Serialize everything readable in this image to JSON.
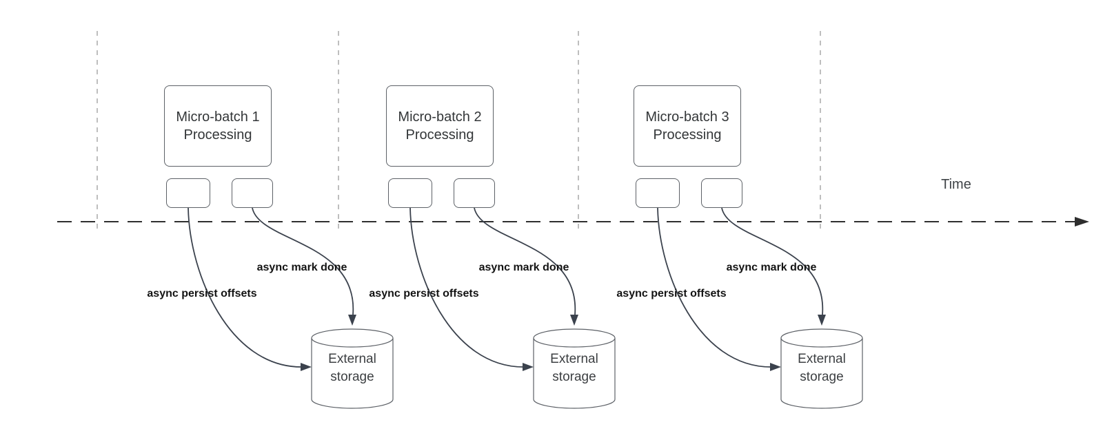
{
  "time_label": "Time",
  "batches": [
    {
      "box_label": "Micro-batch 1\nProcessing",
      "persist_label": "async persist offsets",
      "markdone_label": "async mark done",
      "storage_label": "External\nstorage"
    },
    {
      "box_label": "Micro-batch 2\nProcessing",
      "persist_label": "async persist offsets",
      "markdone_label": "async mark done",
      "storage_label": "External\nstorage"
    },
    {
      "box_label": "Micro-batch 3\nProcessing",
      "persist_label": "async persist offsets",
      "markdone_label": "async mark done",
      "storage_label": "External\nstorage"
    }
  ],
  "colors": {
    "flow_line": "#3b424d",
    "shape_stroke": "#5c6066",
    "guide_line": "#a9a9a9",
    "timeline": "#2e2e2e",
    "box_text": "#333638",
    "label_text": "#131313"
  }
}
